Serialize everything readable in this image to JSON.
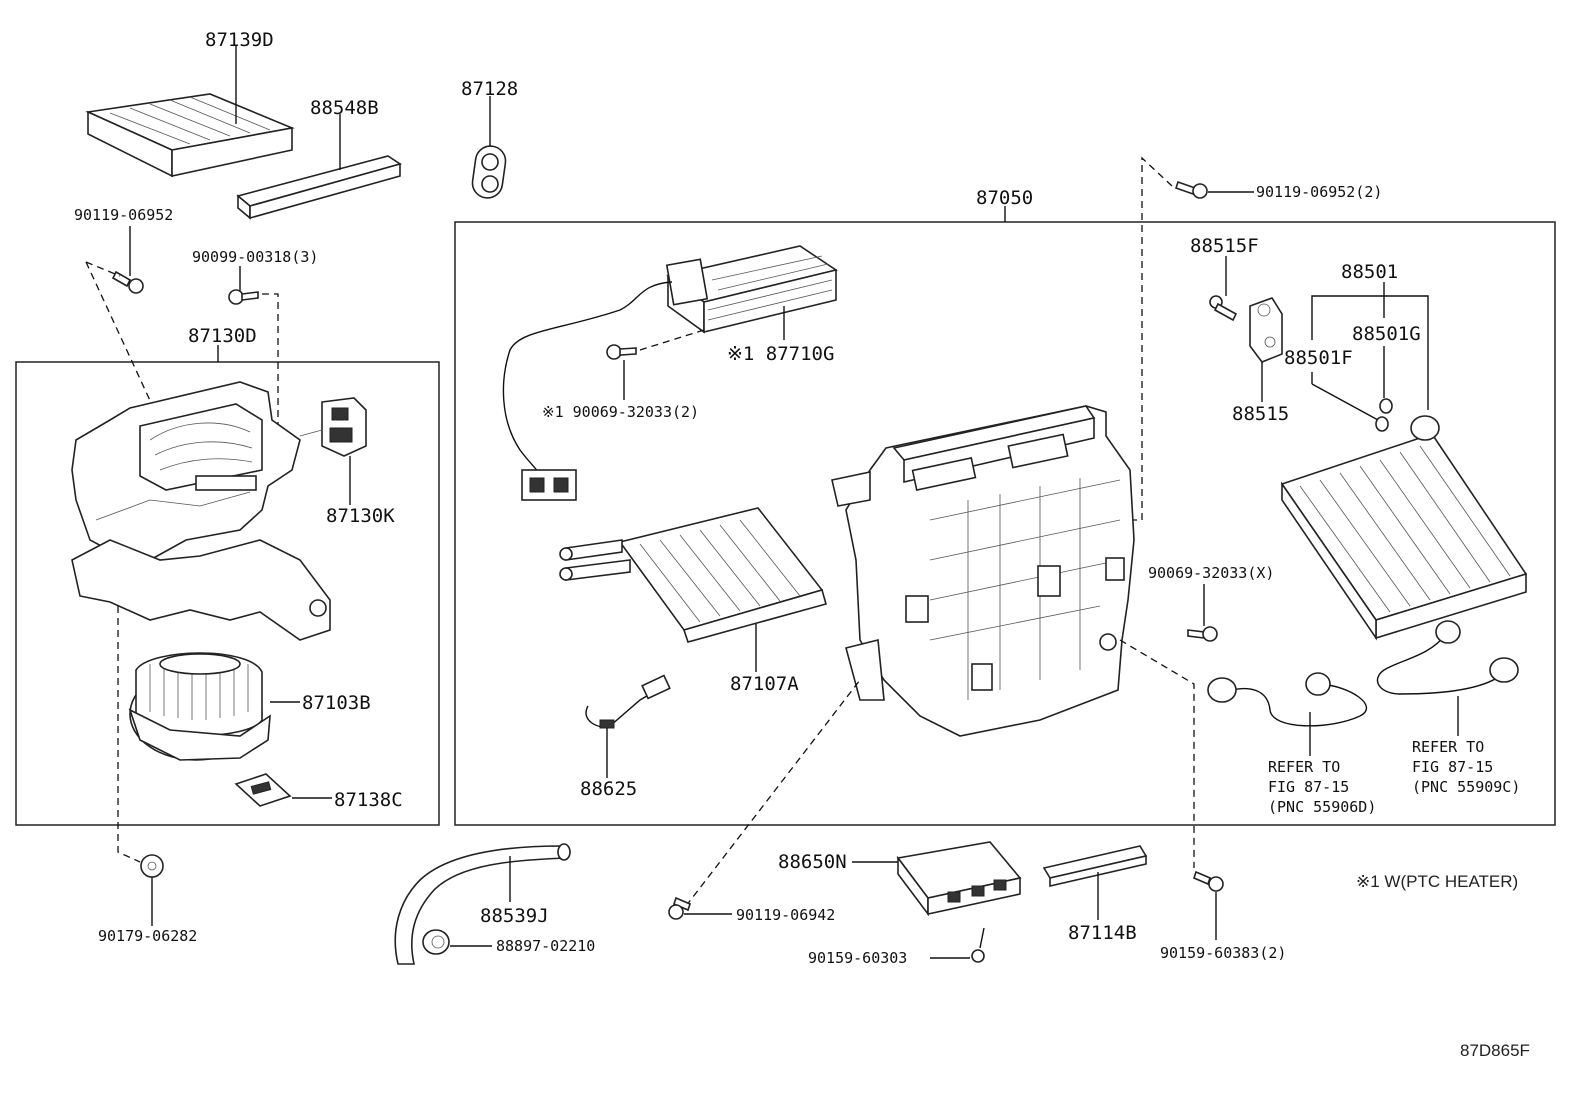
{
  "labels": {
    "p87139D": "87139D",
    "p88548B": "88548B",
    "p87128": "87128",
    "p87050": "87050",
    "p90119_06952_2": "90119-06952(2)",
    "p90119_06952": "90119-06952",
    "p90099_00318_3": "90099-00318(3)",
    "p87130D": "87130D",
    "p87130K": "87130K",
    "p87103B": "87103B",
    "p87138C": "87138C",
    "p90179_06282": "90179-06282",
    "p87710G": "※1 87710G",
    "p90069_32033_2": "※1 90069-32033(2)",
    "p87107A": "87107A",
    "p88625": "88625",
    "p88515F": "88515F",
    "p88515": "88515",
    "p88501": "88501",
    "p88501G": "88501G",
    "p88501F": "88501F",
    "p90069_32033_X": "90069-32033(X)",
    "refer1_a": "REFER TO",
    "refer1_b": "FIG 87-15",
    "refer1_c": "(PNC 55906D)",
    "refer2_a": "REFER TO",
    "refer2_b": "FIG 87-15",
    "refer2_c": "(PNC 55909C)",
    "p88650N": "88650N",
    "p88539J": "88539J",
    "p88897_02210": "88897-02210",
    "p90119_06942": "90119-06942",
    "p90159_60303": "90159-60303",
    "p87114B": "87114B",
    "p90159_60383_2": "90159-60383(2)",
    "note": "※1 W(PTC HEATER)",
    "figure_id": "87D865F"
  }
}
